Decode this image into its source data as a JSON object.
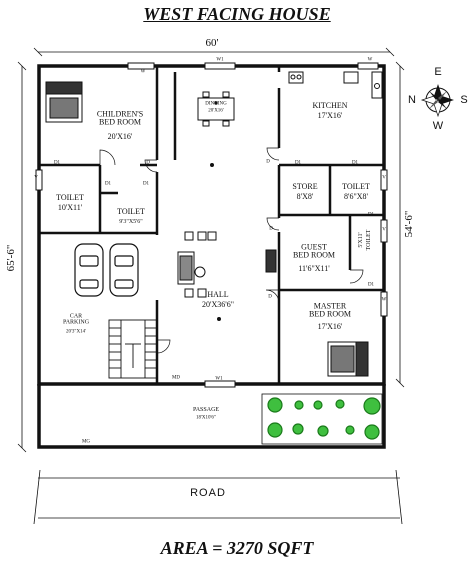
{
  "title": "WEST FACING HOUSE",
  "area_label": "AREA = 3270  SQFT",
  "dimensions": {
    "top": "60'",
    "left": "65'-6\"",
    "right": "54'-6\""
  },
  "road": "ROAD",
  "compass": {
    "n": "N",
    "e": "E",
    "s": "S",
    "w": "W"
  },
  "rooms": {
    "childrens": {
      "name": "CHILDREN'S\nBED ROOM",
      "size": "20'X16'"
    },
    "dining": {
      "name": "DINNING",
      "size": "20'X16'"
    },
    "kitchen": {
      "name": "KITCHEN",
      "size": "17'X16'"
    },
    "toilet1": {
      "name": "TOILET",
      "size": "10'X11'"
    },
    "toilet2": {
      "name": "TOILET",
      "size": "9'3\"X5'6\""
    },
    "store": {
      "name": "STORE",
      "size": "8'X8'"
    },
    "toilet3": {
      "name": "TOILET",
      "size": "8'6\"X8'"
    },
    "toilet4": {
      "name": "TOILET",
      "size": "5'X11'"
    },
    "guest": {
      "name": "GUEST\nBED ROOM",
      "size": "11'6\"X11'"
    },
    "car": {
      "name": "CAR\nPARKING",
      "size": "20'3\"X14'"
    },
    "hall": {
      "name": "HALL",
      "size": "20'X36'6\""
    },
    "master": {
      "name": "MASTER\nBED ROOM",
      "size": "17'X16'"
    },
    "passage": {
      "name": "PASSAGE",
      "size": "18'X10'6\""
    }
  },
  "marks": {
    "w": "W",
    "w1": "W1",
    "d": "D",
    "d1": "D1",
    "v": "V",
    "md": "MD",
    "mg": "MG"
  }
}
